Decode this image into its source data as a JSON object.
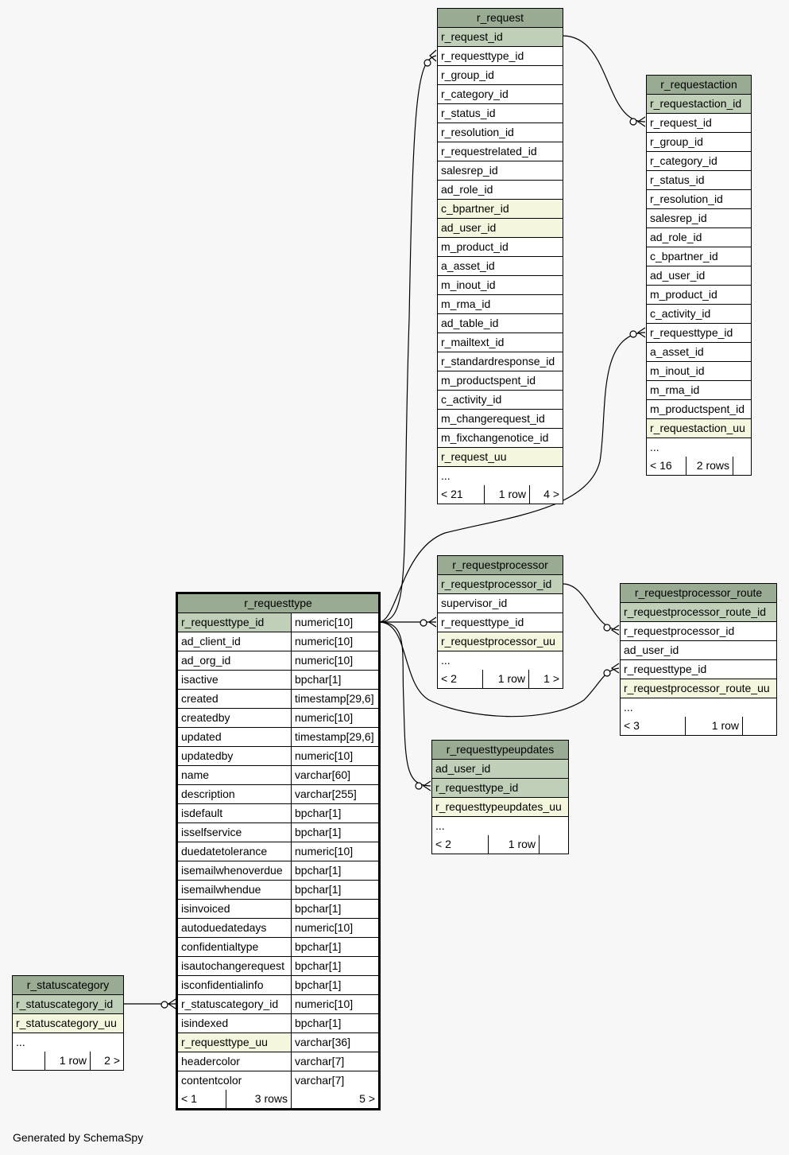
{
  "tables": {
    "r_request": {
      "title": "r_request",
      "rows": [
        "r_request_id",
        "r_requesttype_id",
        "r_group_id",
        "r_category_id",
        "r_status_id",
        "r_resolution_id",
        "r_requestrelated_id",
        "salesrep_id",
        "ad_role_id",
        "c_bpartner_id",
        "ad_user_id",
        "m_product_id",
        "a_asset_id",
        "m_inout_id",
        "m_rma_id",
        "ad_table_id",
        "r_mailtext_id",
        "r_standardresponse_id",
        "m_productspent_id",
        "c_activity_id",
        "m_changerequest_id",
        "m_fixchangenotice_id",
        "r_request_uu",
        "..."
      ],
      "footer": [
        "< 21",
        "1 row",
        "4 >"
      ]
    },
    "r_requestaction": {
      "title": "r_requestaction",
      "rows": [
        "r_requestaction_id",
        "r_request_id",
        "r_group_id",
        "r_category_id",
        "r_status_id",
        "r_resolution_id",
        "salesrep_id",
        "ad_role_id",
        "c_bpartner_id",
        "ad_user_id",
        "m_product_id",
        "c_activity_id",
        "r_requesttype_id",
        "a_asset_id",
        "m_inout_id",
        "m_rma_id",
        "m_productspent_id",
        "r_requestaction_uu",
        "..."
      ],
      "footer": [
        "< 16",
        "2 rows",
        ""
      ]
    },
    "r_requestprocessor": {
      "title": "r_requestprocessor",
      "rows": [
        "r_requestprocessor_id",
        "supervisor_id",
        "r_requesttype_id",
        "r_requestprocessor_uu",
        "..."
      ],
      "footer": [
        "< 2",
        "1 row",
        "1 >"
      ]
    },
    "r_requestprocessor_route": {
      "title": "r_requestprocessor_route",
      "rows": [
        "r_requestprocessor_route_id",
        "r_requestprocessor_id",
        "ad_user_id",
        "r_requesttype_id",
        "r_requestprocessor_route_uu",
        "..."
      ],
      "footer": [
        "< 3",
        "1 row",
        ""
      ]
    },
    "r_requesttypeupdates": {
      "title": "r_requesttypeupdates",
      "rows": [
        "ad_user_id",
        "r_requesttype_id",
        "r_requesttypeupdates_uu",
        "..."
      ],
      "footer": [
        "< 2",
        "1 row",
        ""
      ]
    },
    "r_statuscategory": {
      "title": "r_statuscategory",
      "rows": [
        "r_statuscategory_id",
        "r_statuscategory_uu",
        "..."
      ],
      "footer": [
        "",
        "1 row",
        "2 >"
      ]
    },
    "r_requesttype": {
      "title": "r_requesttype",
      "columns": [
        [
          "r_requesttype_id",
          "numeric[10]"
        ],
        [
          "ad_client_id",
          "numeric[10]"
        ],
        [
          "ad_org_id",
          "numeric[10]"
        ],
        [
          "isactive",
          "bpchar[1]"
        ],
        [
          "created",
          "timestamp[29,6]"
        ],
        [
          "createdby",
          "numeric[10]"
        ],
        [
          "updated",
          "timestamp[29,6]"
        ],
        [
          "updatedby",
          "numeric[10]"
        ],
        [
          "name",
          "varchar[60]"
        ],
        [
          "description",
          "varchar[255]"
        ],
        [
          "isdefault",
          "bpchar[1]"
        ],
        [
          "isselfservice",
          "bpchar[1]"
        ],
        [
          "duedatetolerance",
          "numeric[10]"
        ],
        [
          "isemailwhenoverdue",
          "bpchar[1]"
        ],
        [
          "isemailwhendue",
          "bpchar[1]"
        ],
        [
          "isinvoiced",
          "bpchar[1]"
        ],
        [
          "autoduedatedays",
          "numeric[10]"
        ],
        [
          "confidentialtype",
          "bpchar[1]"
        ],
        [
          "isautochangerequest",
          "bpchar[1]"
        ],
        [
          "isconfidentialinfo",
          "bpchar[1]"
        ],
        [
          "r_statuscategory_id",
          "numeric[10]"
        ],
        [
          "isindexed",
          "bpchar[1]"
        ],
        [
          "r_requesttype_uu",
          "varchar[36]"
        ],
        [
          "headercolor",
          "varchar[7]"
        ],
        [
          "contentcolor",
          "varchar[7]"
        ]
      ],
      "footer": [
        "< 1",
        "3 rows",
        "5 >"
      ]
    }
  },
  "footer_text": "Generated by SchemaSpy"
}
